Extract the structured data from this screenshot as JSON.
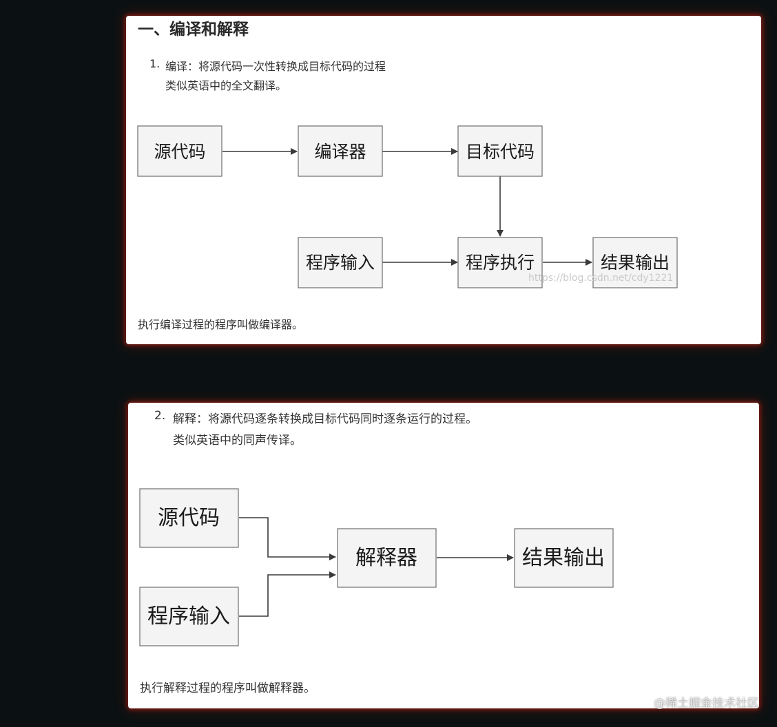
{
  "section1": {
    "heading": "一、编译和解释",
    "item_number": "1.",
    "item_line1": "编译：将源代码一次性转换成目标代码的过程",
    "item_line2": "类似英语中的全文翻译。",
    "diagram": {
      "nodes": {
        "source": "源代码",
        "compiler": "编译器",
        "target": "目标代码",
        "input": "程序输入",
        "exec": "程序执行",
        "output": "结果输出"
      },
      "watermark": "https://blog.csdn.net/cdy1221"
    },
    "footer": "执行编译过程的程序叫做编译器。"
  },
  "section2": {
    "item_number": "2.",
    "item_line1": "解释：将源代码逐条转换成目标代码同时逐条运行的过程。",
    "item_line2": "类似英语中的同声传译。",
    "diagram": {
      "nodes": {
        "source": "源代码",
        "input": "程序输入",
        "interpreter": "解释器",
        "output": "结果输出"
      }
    },
    "footer": "执行解释过程的程序叫做解释器。"
  },
  "site_watermark": "@稀土掘金技术社区"
}
